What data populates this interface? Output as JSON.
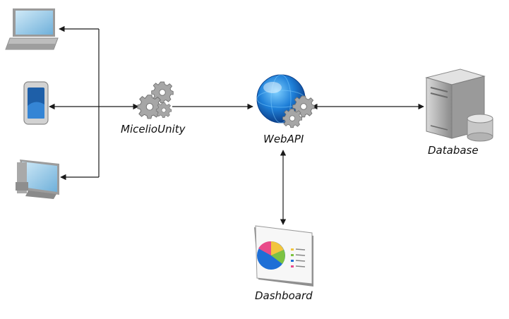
{
  "nodes": {
    "laptop": {
      "icon": "laptop-icon"
    },
    "tablet": {
      "icon": "tablet-icon"
    },
    "desktop": {
      "icon": "desktop-monitor-icon"
    },
    "micelio_unity": {
      "label": "MicelioUnity",
      "icon": "gears-icon"
    },
    "webapi": {
      "label": "WebAPI",
      "icon": "globe-gears-icon"
    },
    "database": {
      "label": "Database",
      "icon": "database-server-icon"
    },
    "dashboard": {
      "label": "Dashboard",
      "icon": "dashboard-chart-icon"
    }
  },
  "edges": [
    {
      "from": "micelio_unity",
      "to": "laptop",
      "direction": "forward"
    },
    {
      "from": "micelio_unity",
      "to": "tablet",
      "direction": "both"
    },
    {
      "from": "micelio_unity",
      "to": "desktop",
      "direction": "forward"
    },
    {
      "from": "micelio_unity",
      "to": "webapi",
      "direction": "forward"
    },
    {
      "from": "webapi",
      "to": "database",
      "direction": "both"
    },
    {
      "from": "webapi",
      "to": "dashboard",
      "direction": "both"
    }
  ],
  "colors": {
    "line": "#1a1a1a",
    "gear": "#9a9a9a",
    "globe": "#1e7fd8",
    "server": "#8e8e8e",
    "screen": "#7ab8e0"
  }
}
